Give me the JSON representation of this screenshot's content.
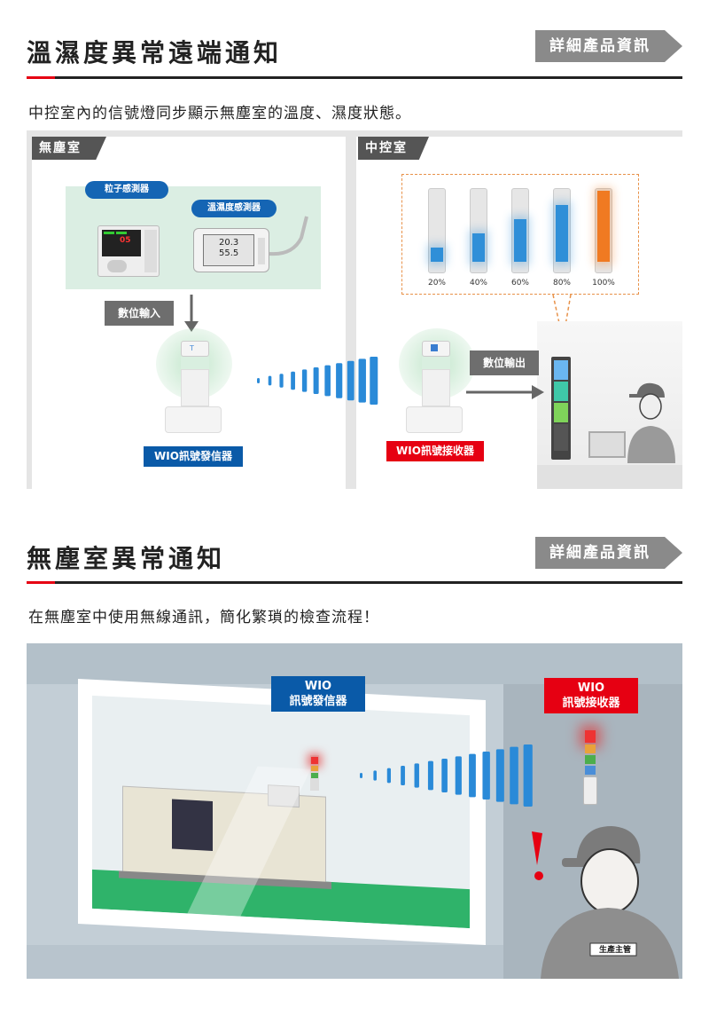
{
  "section1": {
    "title": "溫濕度異常遠端通知",
    "detail_button": "詳細產品資訊",
    "description": "中控室內的信號燈同步顯示無塵室的溫度、濕度狀態。",
    "left_tag": "無塵室",
    "right_tag": "中控室",
    "particle_sensor_label": "粒子感測器",
    "thermo_sensor_label": "溫濕度感測器",
    "particle_reading": "05",
    "thermo_reading_temp": "20.3",
    "thermo_reading_hum": "55.5",
    "digital_input": "數位輸入",
    "digital_output": "數位輸出",
    "transmitter_label": "WIO訊號發信器",
    "receiver_label": "WIO訊號接收器",
    "levels": [
      {
        "label": "20%",
        "fill": 0.2,
        "color": "#2f8fd8"
      },
      {
        "label": "40%",
        "fill": 0.4,
        "color": "#2f8fd8"
      },
      {
        "label": "60%",
        "fill": 0.6,
        "color": "#2f8fd8"
      },
      {
        "label": "80%",
        "fill": 0.8,
        "color": "#2f8fd8"
      },
      {
        "label": "100%",
        "fill": 1.0,
        "color": "#f07a22"
      }
    ]
  },
  "section2": {
    "title": "無塵室異常通知",
    "detail_button": "詳細產品資訊",
    "description": "在無塵室中使用無線通訊，簡化繁瑣的檢查流程！",
    "transmitter_label_line1": "WIO",
    "transmitter_label_line2": "訊號發信器",
    "receiver_label_line1": "WIO",
    "receiver_label_line2": "訊號接收器",
    "badge": "生產主管"
  },
  "colors": {
    "accent_red": "#e60012",
    "brand_blue": "#0a5aa8",
    "button_gray": "#8a8a8a"
  }
}
